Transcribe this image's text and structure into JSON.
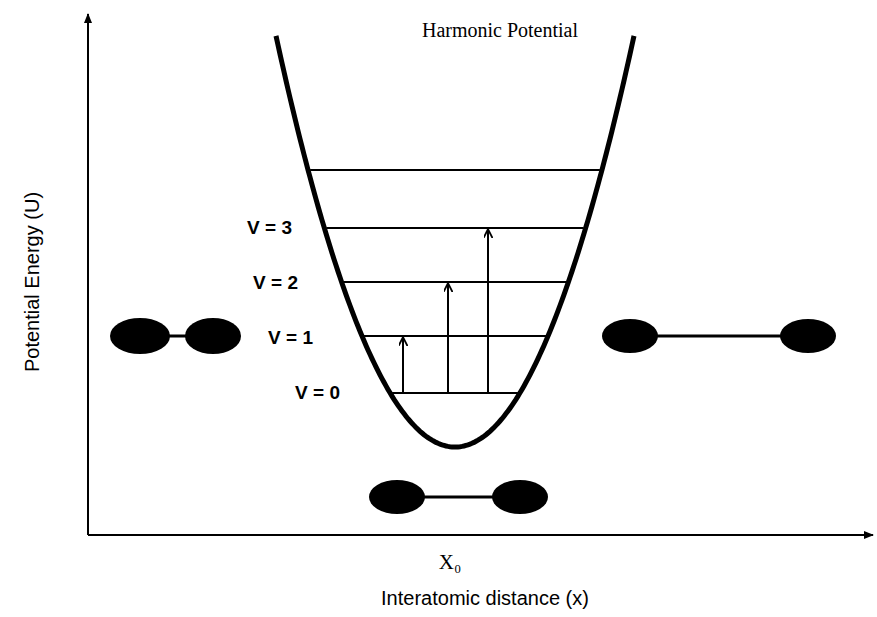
{
  "diagram": {
    "title": "Harmonic Potential",
    "labels": [
      "Potential Energy (U)",
      "V = 3",
      "V = 2",
      "V = 1",
      "V = 0",
      "X₀",
      "Interatomic distance (x)"
    ]
  }
}
